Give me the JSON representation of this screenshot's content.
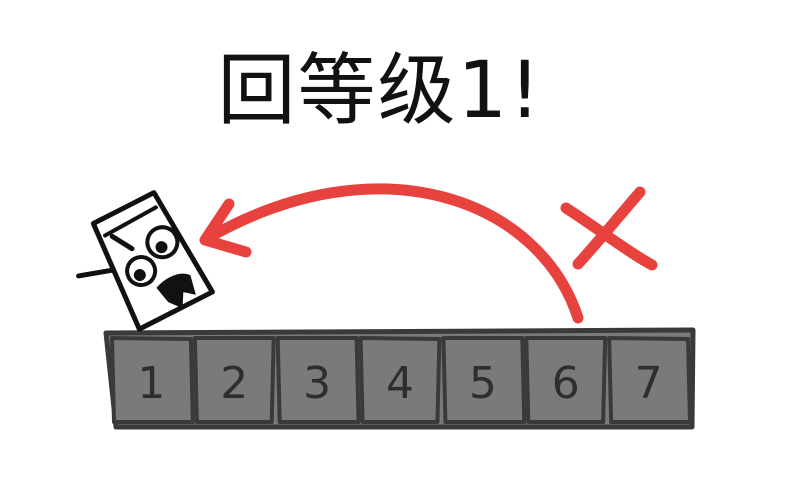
{
  "title": "回等级1!",
  "track": {
    "levels": [
      "1",
      "2",
      "3",
      "4",
      "5",
      "6",
      "7"
    ],
    "current_level": "6",
    "target_level": "1"
  },
  "colors": {
    "arrow": "#e8423f",
    "cross": "#e8423f",
    "tile_fill": "#7a7a7a",
    "tile_outline": "#3a3a3a"
  },
  "icons": {
    "character": "confused-cup-character-icon",
    "arrow": "curved-left-arrow-icon",
    "cross": "x-mark-icon"
  }
}
